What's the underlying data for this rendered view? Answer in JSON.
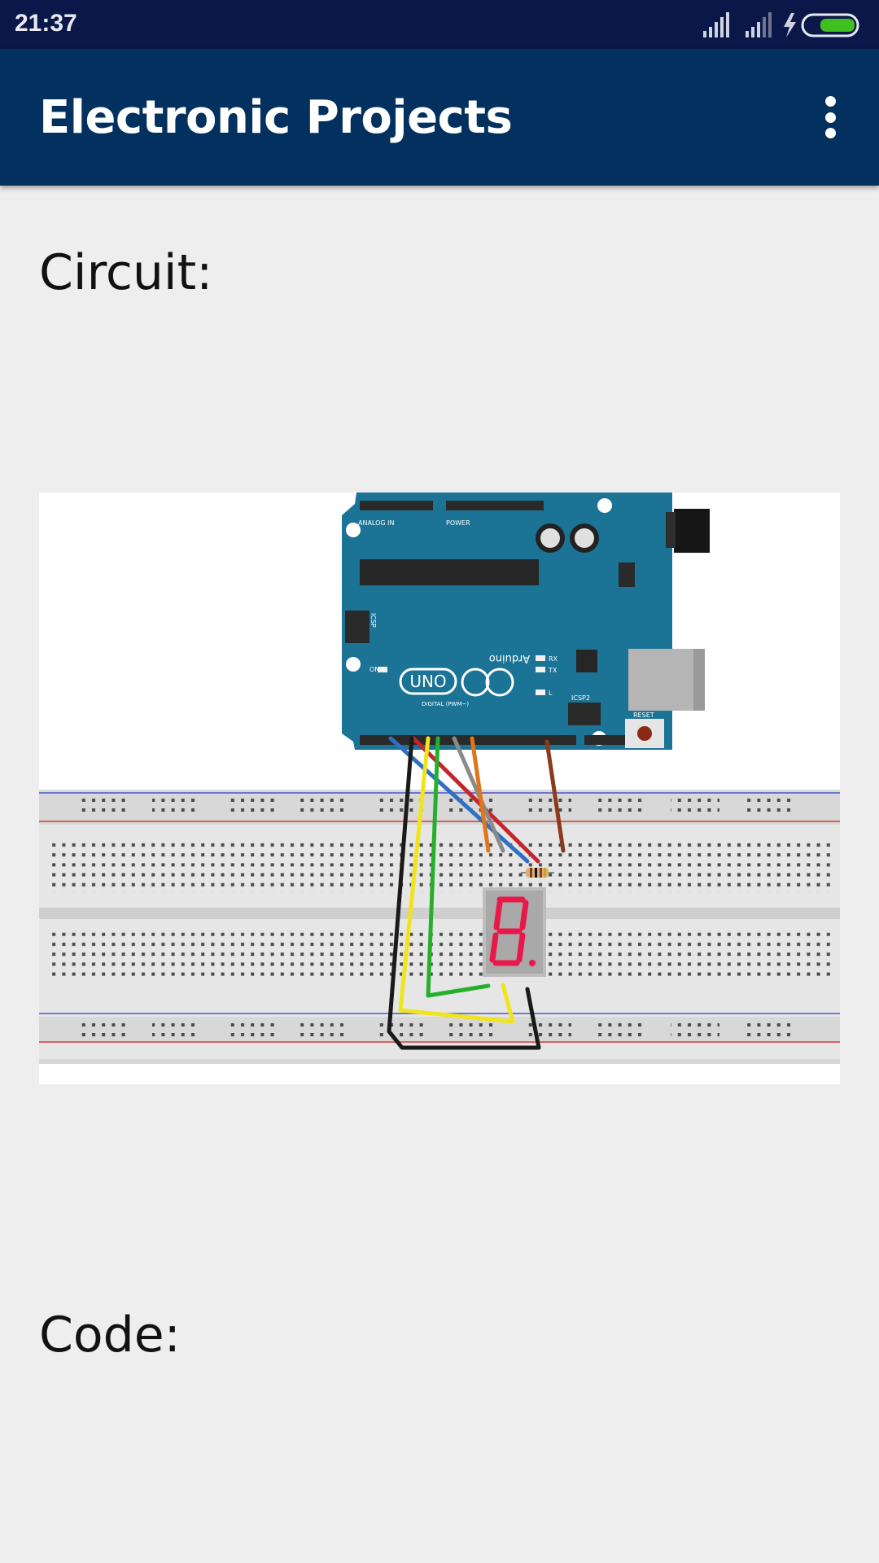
{
  "status_bar": {
    "time": "21:37",
    "icons": [
      "signal-icon",
      "signal-icon-2",
      "charging-icon",
      "battery-icon"
    ],
    "battery_color": "#40c020"
  },
  "app_bar": {
    "title": "Electronic Projects",
    "menu_icon": "more-vert-icon",
    "background": "#02305f"
  },
  "sections": {
    "circuit_heading": "Circuit:",
    "code_heading": "Code:"
  },
  "circuit_image": {
    "board_labels": {
      "board_name": "UNO",
      "brand": "Arduino",
      "analog_in": "ANALOG IN",
      "power": "POWER",
      "digital": "DIGITAL (PWM~)",
      "icsp": "ICSP",
      "icsp2": "ICSP2",
      "reset": "RESET",
      "on": "ON",
      "tx": "TX",
      "rx": "RX",
      "l": "L"
    },
    "wire_colors": {
      "blue": "#2f6fc4",
      "red": "#c3262c",
      "yellow": "#f0e41c",
      "green": "#25b02c",
      "gray": "#8a8a8a",
      "orange": "#e0761c",
      "brown": "#8b3a1a",
      "black": "#1a1a1a"
    },
    "board_color": "#1b7396",
    "display_digit_color": "#e8194a"
  }
}
